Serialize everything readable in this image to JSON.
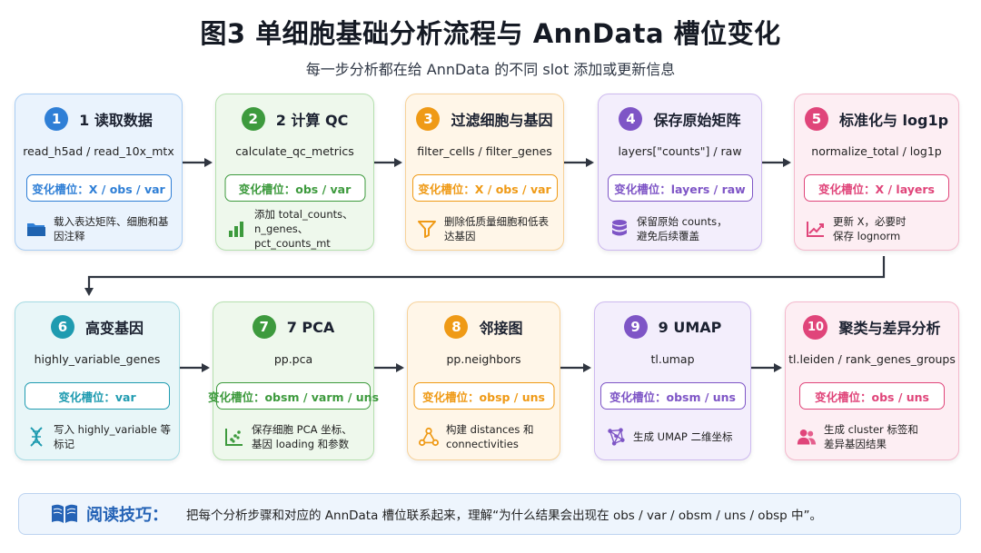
{
  "title": "图3  单细胞基础分析流程与 AnnData 槽位变化",
  "subtitle": "每一步分析都在给 AnnData 的不同 slot 添加或更新信息",
  "steps": [
    {
      "num": "1",
      "title": "1 读取数据",
      "func": "read_h5ad / read_10x_mtx",
      "slot": "变化槽位：X / obs / var",
      "note": [
        "载入表达矩阵、细胞和基因注释"
      ],
      "icon": "folder-icon",
      "color": "#2f7fd6",
      "bg": "#eaf3fd",
      "border": "#a9cdf3"
    },
    {
      "num": "2",
      "title": "2 计算 QC",
      "func": "calculate_qc_metrics",
      "slot": "变化槽位：obs / var",
      "note": [
        "添加 total_counts、",
        "n_genes、pct_counts_mt"
      ],
      "icon": "bar-chart-icon",
      "color": "#3d9a3d",
      "bg": "#eef8ec",
      "border": "#b5e0ae"
    },
    {
      "num": "3",
      "title": "过滤细胞与基因",
      "func": "filter_cells / filter_genes",
      "slot": "变化槽位：X / obs / var",
      "note": [
        "删除低质量细胞和低表达基因"
      ],
      "icon": "filter-icon",
      "color": "#ef9a16",
      "bg": "#fff6e8",
      "border": "#f7d29a"
    },
    {
      "num": "4",
      "title": "保存原始矩阵",
      "func": "layers[\"counts\"] / raw",
      "slot": "变化槽位：layers / raw",
      "note": [
        "保留原始 counts，",
        "避免后续覆盖"
      ],
      "icon": "database-icon",
      "color": "#7e55c6",
      "bg": "#f3eefc",
      "border": "#cdb9ef"
    },
    {
      "num": "5",
      "title": "标准化与 log1p",
      "func": "normalize_total / log1p",
      "slot": "变化槽位：X / layers",
      "note": [
        "更新 X，必要时",
        "保存 lognorm"
      ],
      "icon": "trend-icon",
      "color": "#e0457a",
      "bg": "#fdeef3",
      "border": "#f4b8cc"
    },
    {
      "num": "6",
      "title": "高变基因",
      "func": "highly_variable_genes",
      "slot": "变化槽位：var",
      "note": [
        "写入 highly_variable 等标记"
      ],
      "icon": "dna-icon",
      "color": "#1f9bb0",
      "bg": "#e8f6f8",
      "border": "#a5dbe3"
    },
    {
      "num": "7",
      "title": "7 PCA",
      "func": "pp.pca",
      "slot": "变化槽位：obsm / varm / uns",
      "note": [
        "保存细胞 PCA 坐标、",
        "基因 loading 和参数"
      ],
      "icon": "scatter-icon",
      "color": "#3d9a3d",
      "bg": "#eef8ec",
      "border": "#b5e0ae"
    },
    {
      "num": "8",
      "title": "邻接图",
      "func": "pp.neighbors",
      "slot": "变化槽位：obsp / uns",
      "note": [
        "构建 distances 和",
        "connectivities"
      ],
      "icon": "graph-icon",
      "color": "#ef9a16",
      "bg": "#fff6e8",
      "border": "#f7d29a"
    },
    {
      "num": "9",
      "title": "9 UMAP",
      "func": "tl.umap",
      "slot": "变化槽位：obsm / uns",
      "note": [
        "生成 UMAP 二维坐标"
      ],
      "icon": "network-icon",
      "color": "#7e55c6",
      "bg": "#f3eefc",
      "border": "#cdb9ef"
    },
    {
      "num": "10",
      "title": "聚类与差异分析",
      "func": "tl.leiden / rank_genes_groups",
      "slot": "变化槽位：obs / uns",
      "note": [
        "生成 cluster 标签和",
        "差异基因结果"
      ],
      "icon": "users-icon",
      "color": "#e0457a",
      "bg": "#fdeef3",
      "border": "#f4b8cc"
    }
  ],
  "tip": {
    "label": "阅读技巧：",
    "text": "把每个分析步骤和对应的 AnnData 槽位联系起来，理解“为什么结果会出现在 obs / var / obsm / uns / obsp 中”。",
    "icon": "book-icon",
    "color": "#2563b6"
  }
}
